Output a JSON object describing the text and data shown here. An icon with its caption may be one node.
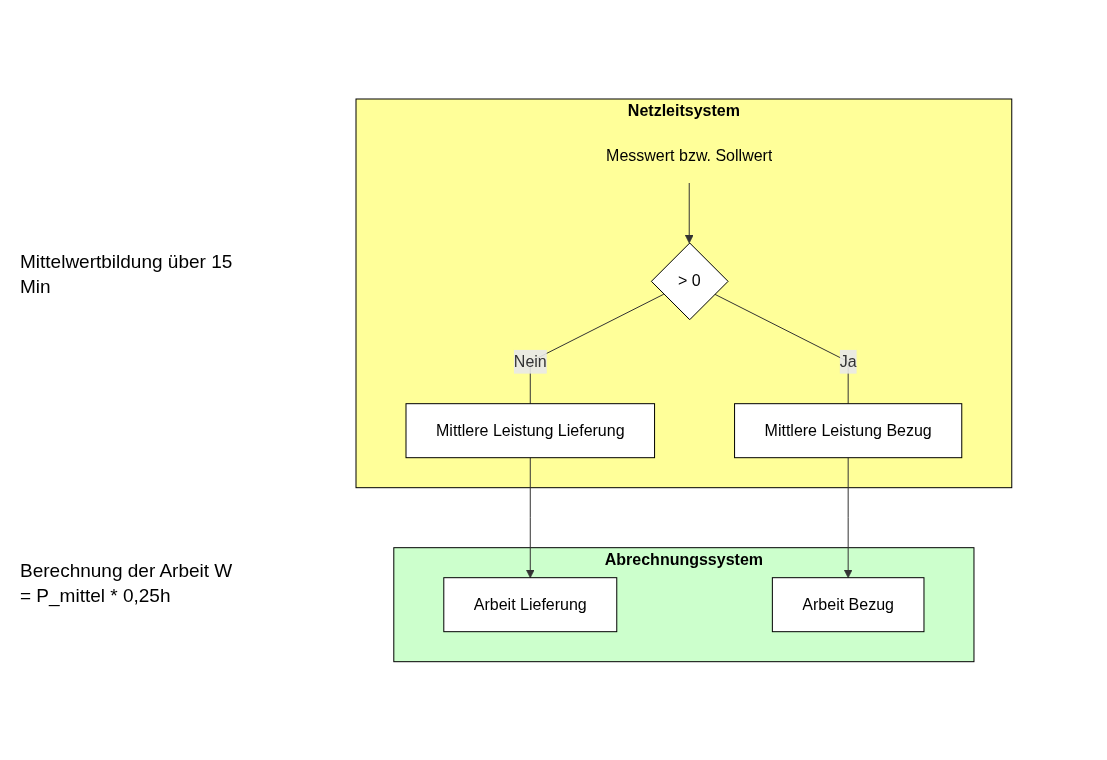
{
  "diagram": {
    "nodes": [
      {
        "text": [
          "Netzleitsystem"
        ]
      },
      {
        "text": [
          "Messwert bzw. Sollwert"
        ],
        "in": 0
      },
      {
        "text": [
          "> 0"
        ],
        "in": 0
      },
      {
        "text": [
          "Mittlere Leistung Lieferung"
        ],
        "in": 0
      },
      {
        "text": [
          "Mittlere Leistung Bezug"
        ],
        "in": 0
      },
      {
        "text": [
          "Abrechnungssystem"
        ]
      },
      {
        "text": [
          "Arbeit Lieferung"
        ],
        "in": 5
      },
      {
        "text": [
          "Arbeit Bezug"
        ],
        "in": 5
      }
    ],
    "edges": [
      {
        "from": 1,
        "to": 2,
        "arrow": "to"
      },
      {
        "from": 2,
        "to": 3,
        "arrow": "none",
        "label": "Nein"
      },
      {
        "from": 2,
        "to": 4,
        "arrow": "none",
        "label": "Ja"
      },
      {
        "from": 3,
        "to": 6,
        "arrow": "to"
      },
      {
        "from": 4,
        "to": 7,
        "arrow": "to"
      }
    ],
    "labels": [
      "Mittelwertbildung über 15 Min",
      "Berechnung der Arbeit W = P_mittel * 0,25h"
    ]
  }
}
